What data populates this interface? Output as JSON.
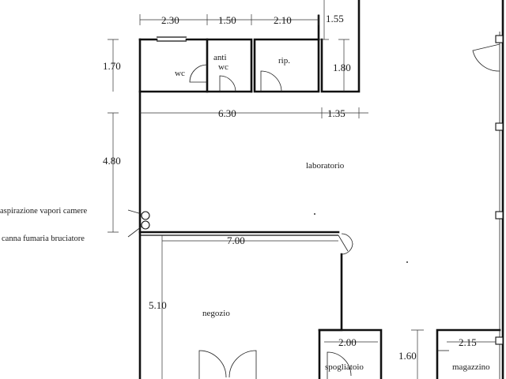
{
  "plan": {
    "dimensions": {
      "d_230": "2.30",
      "d_150_top": "1.50",
      "d_210": "2.10",
      "d_155": "1.55",
      "d_170": "1.70",
      "d_180": "1.80",
      "d_630": "6.30",
      "d_135": "1.35",
      "d_480": "4.80",
      "d_700": "7.00",
      "d_510": "5.10",
      "d_200": "2.00",
      "d_160": "1.60",
      "d_215": "2.15"
    },
    "rooms": {
      "wc": "wc",
      "anti_line1": "anti",
      "anti_line2": "wc",
      "rip": "rip.",
      "laboratorio": "laboratorio",
      "negozio": "negozio",
      "spogliatoio": "spogliatoio",
      "magazzino": "magazzino"
    },
    "notes": {
      "aspirazione": "aspirazione vapori camere",
      "canna": "canna fumaria bruciatore"
    }
  }
}
